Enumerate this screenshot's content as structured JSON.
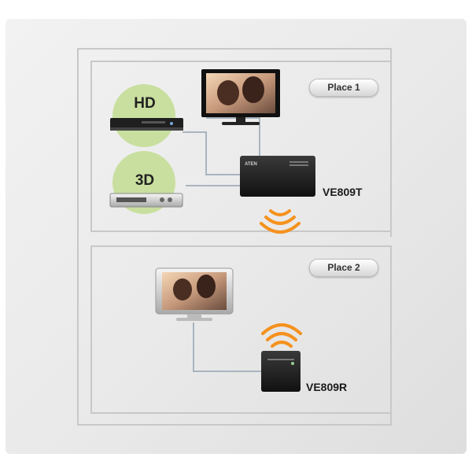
{
  "places": [
    {
      "label": "Place 1"
    },
    {
      "label": "Place 2"
    }
  ],
  "sources": [
    {
      "badge": "HD"
    },
    {
      "badge": "3D"
    }
  ],
  "devices": {
    "transmitter": {
      "model": "VE809T",
      "brand": "ATEN"
    },
    "receiver": {
      "model": "VE809R"
    }
  },
  "colors": {
    "frame": "#c8c8c8",
    "badge": "#c9df9f",
    "cable": "#a9b4bf",
    "wifi": "#f5911e",
    "device": "#1c1c1c"
  }
}
